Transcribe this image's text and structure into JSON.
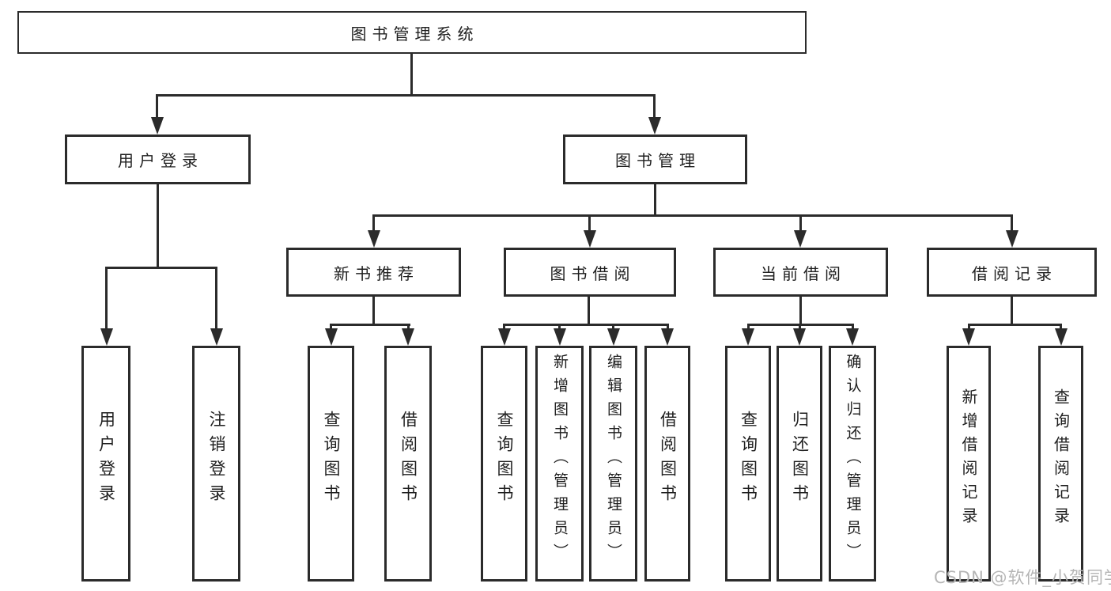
{
  "watermark": "CSDN @软件_小贺同学",
  "colors": {
    "line": "#2b2b2b",
    "text": "#1e1e1e",
    "watermark_text": "#b5b5b5",
    "background": "#ffffff"
  },
  "tree": {
    "root": {
      "label": "图书管理系统"
    },
    "user_login": {
      "label": "用户登录",
      "children": [
        "用户登录",
        "注销登录"
      ]
    },
    "book_management": {
      "label": "图书管理",
      "groups": [
        {
          "label": "新书推荐",
          "children": [
            "查询图书",
            "借阅图书"
          ]
        },
        {
          "label": "图书借阅",
          "children": [
            "查询图书",
            "新增图书（管理员）",
            "编辑图书（管理员）",
            "借阅图书"
          ]
        },
        {
          "label": "当前借阅",
          "children": [
            "查询图书",
            "归还图书",
            "确认归还（管理员）"
          ]
        },
        {
          "label": "借阅记录",
          "children": [
            "新增借阅记录",
            "查询借阅记录"
          ]
        }
      ]
    }
  }
}
